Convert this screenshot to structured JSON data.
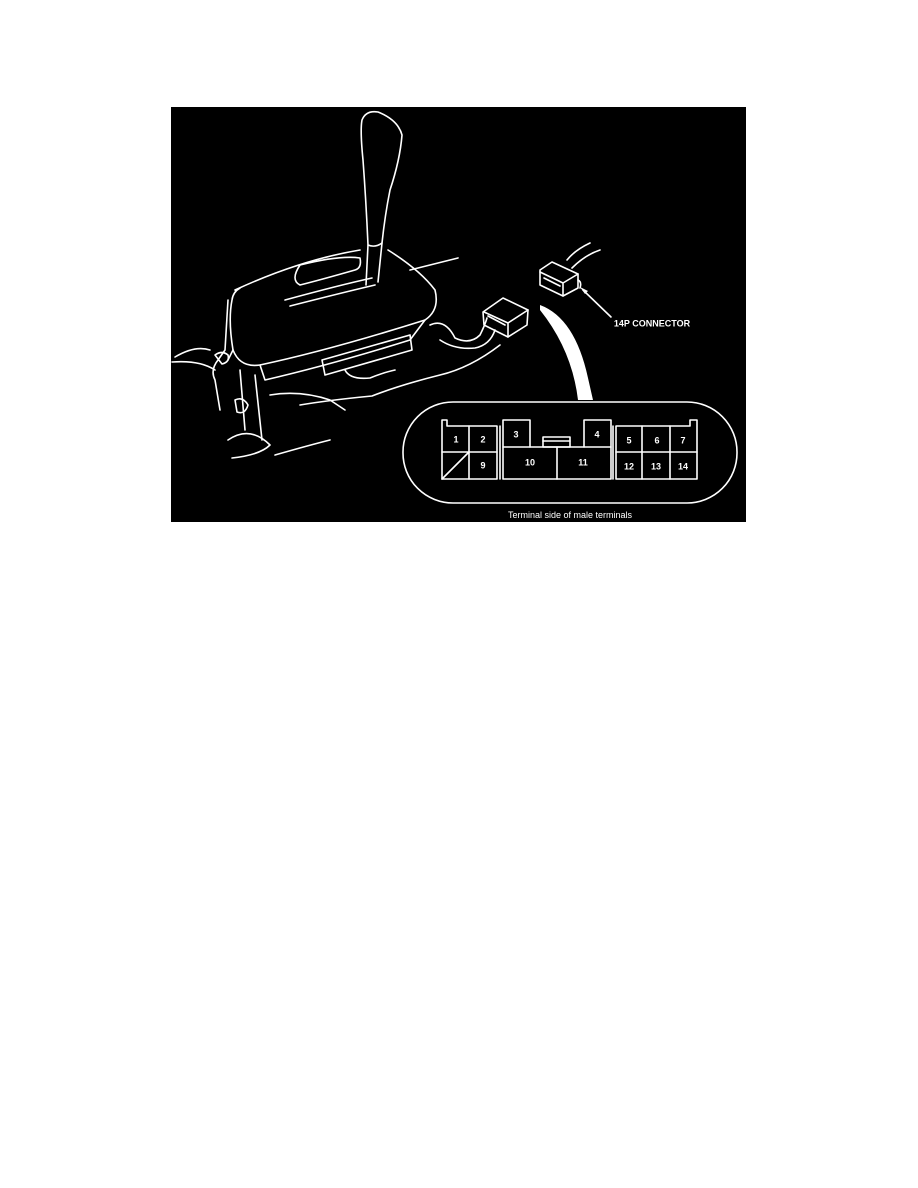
{
  "figure": {
    "callout_label": "14P CONNECTOR",
    "caption": "Terminal side of male terminals",
    "terminals": {
      "t1": "1",
      "t2": "2",
      "t3": "3",
      "t4": "4",
      "t5": "5",
      "t6": "6",
      "t7": "7",
      "t9": "9",
      "t10": "10",
      "t11": "11",
      "t12": "12",
      "t13": "13",
      "t14": "14"
    },
    "colors": {
      "background": "#000000",
      "linework": "#ffffff"
    }
  }
}
